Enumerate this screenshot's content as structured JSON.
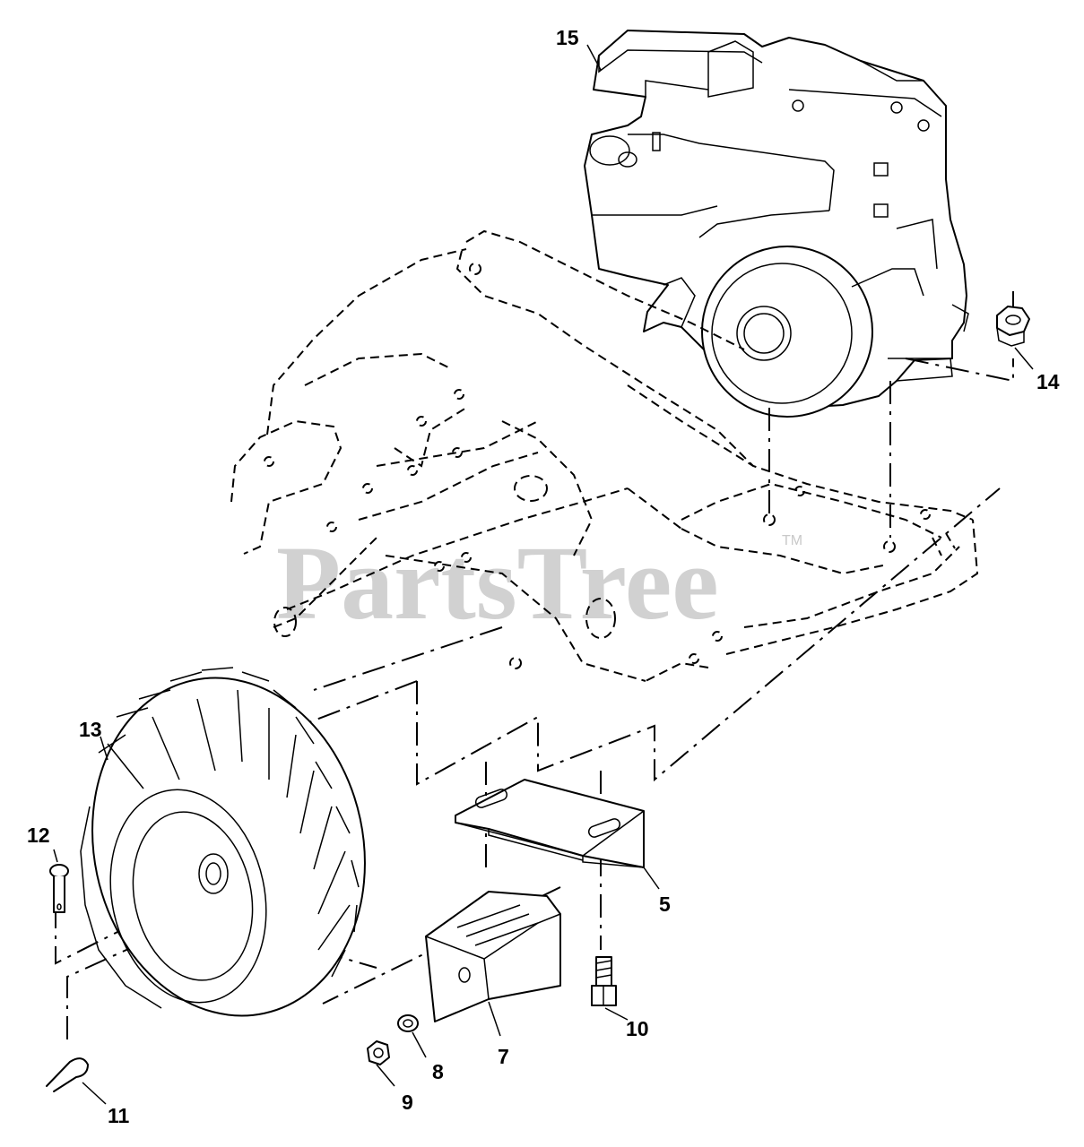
{
  "watermark": {
    "text": "PartsTree",
    "trademark": "TM"
  },
  "callouts": [
    "15",
    "14",
    "13",
    "12",
    "11",
    "10",
    "9",
    "8",
    "7",
    "5"
  ],
  "parts": [
    {
      "ref": "5",
      "name": "bracket-plate-icon"
    },
    {
      "ref": "7",
      "name": "weight-block-icon"
    },
    {
      "ref": "8",
      "name": "lock-washer-icon"
    },
    {
      "ref": "9",
      "name": "nut-icon"
    },
    {
      "ref": "10",
      "name": "bolt-icon"
    },
    {
      "ref": "11",
      "name": "hair-pin-clip-icon"
    },
    {
      "ref": "12",
      "name": "clevis-pin-icon"
    },
    {
      "ref": "13",
      "name": "tire-wheel-icon"
    },
    {
      "ref": "14",
      "name": "lock-nut-icon"
    },
    {
      "ref": "15",
      "name": "engine-icon"
    }
  ],
  "colors": {
    "line": "#000000",
    "background": "#ffffff",
    "watermark": "#c9c9c9"
  }
}
